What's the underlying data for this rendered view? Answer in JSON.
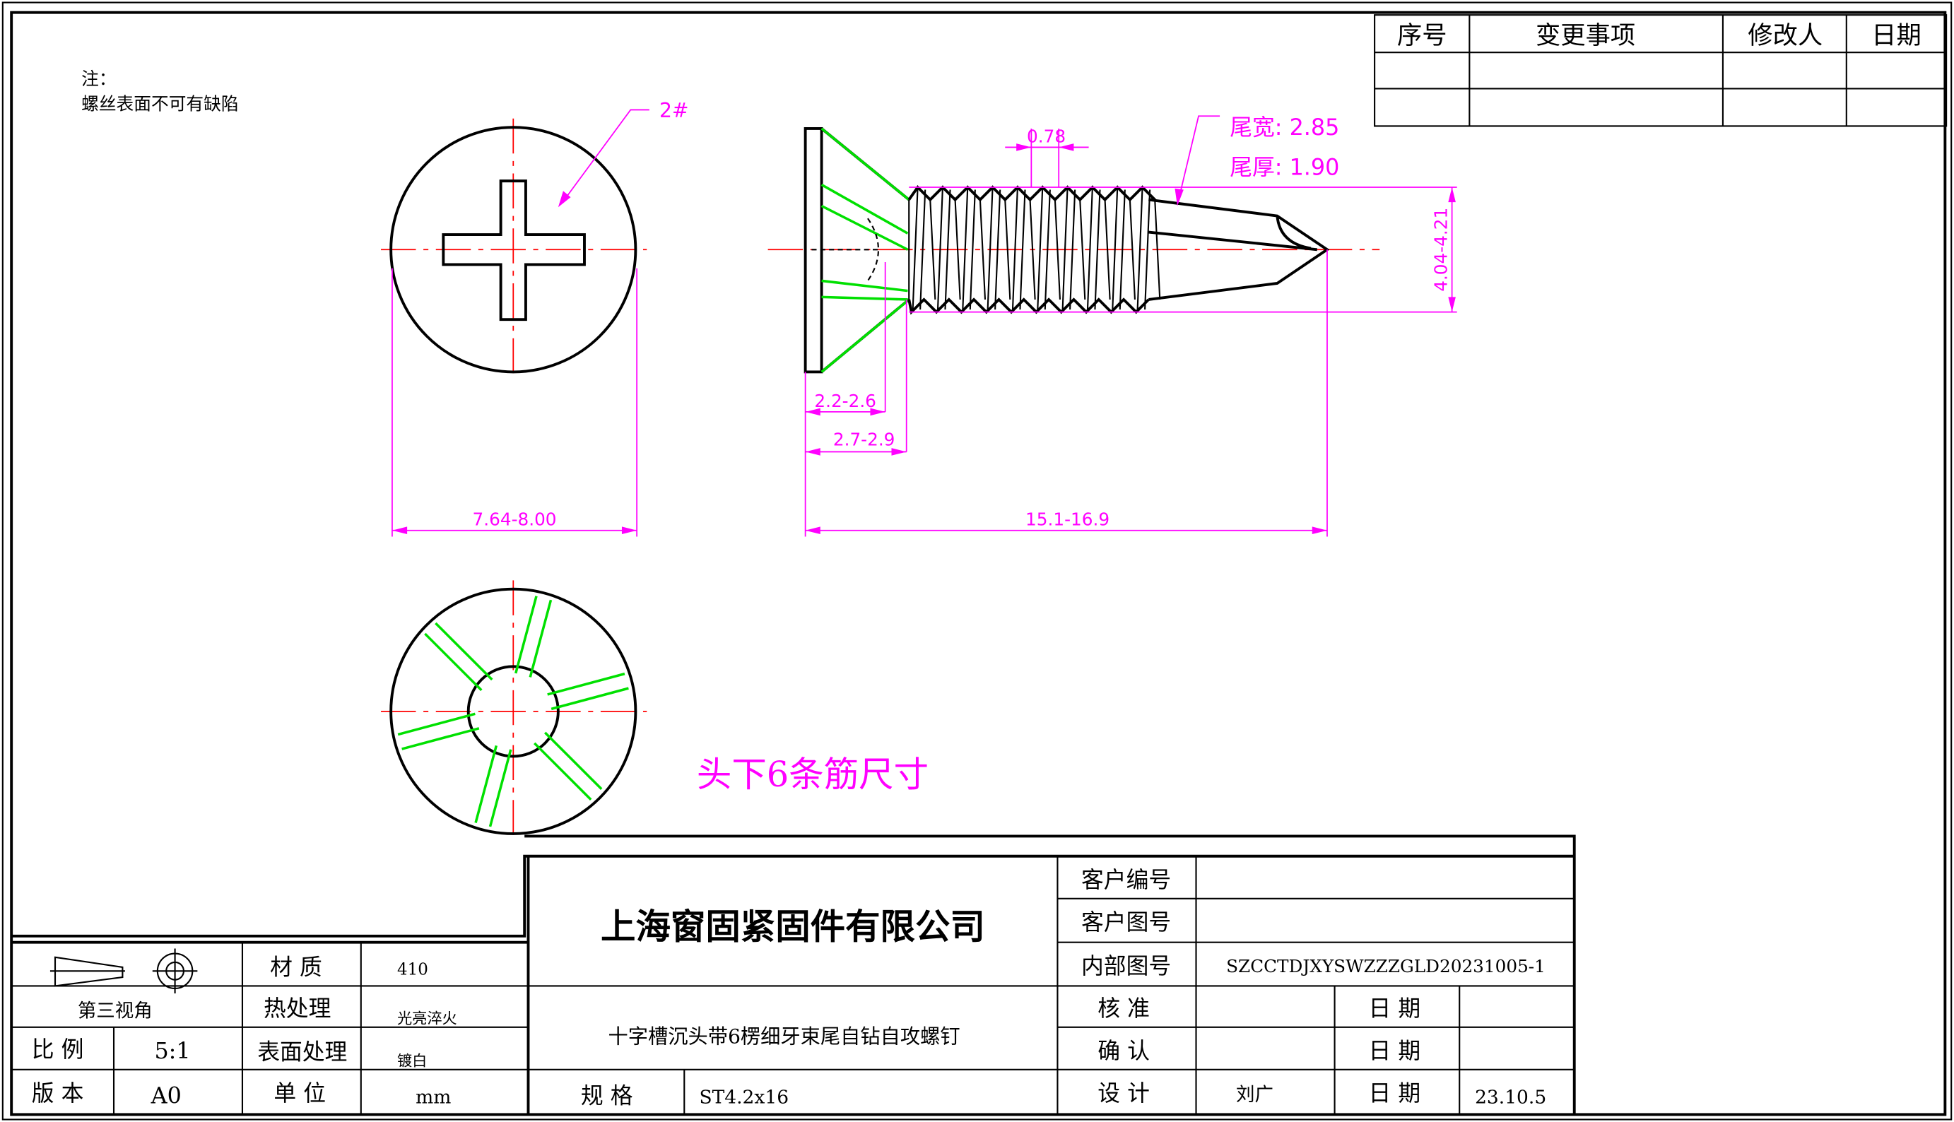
{
  "note": {
    "title": "注：",
    "text": "螺丝表面不可有缺陷"
  },
  "revision_table": {
    "headers": [
      "序号",
      "变更事项",
      "修改人",
      "日期"
    ],
    "rows": [
      [
        "",
        "",
        "",
        ""
      ],
      [
        "",
        "",
        "",
        ""
      ]
    ]
  },
  "annotations": {
    "slot_label": "2#",
    "head_diameter": "7.64-8.00",
    "pitch": "0.78",
    "tail_width": "尾宽: 2.85",
    "tail_thickness": "尾厚: 1.90",
    "thread_diameter": "4.04-4.21",
    "head_height_1": "2.2-2.6",
    "head_height_2": "2.7-2.9",
    "total_length": "15.1-16.9",
    "rib_note": "头下6条筋尺寸"
  },
  "title_block": {
    "projection_label": "第三视角",
    "material_label": "材 质",
    "material_value": "410",
    "heat_label": "热处理",
    "heat_value": "光亮淬火",
    "surface_label": "表面处理",
    "surface_value": "镀白",
    "scale_label": "比 例",
    "scale_value": "5:1",
    "version_label": "版 本",
    "version_value": "A0",
    "unit_label": "单 位",
    "unit_value": "mm",
    "company": "上海窗固紧固件有限公司",
    "product_name": "十字槽沉头带6楞细牙束尾自钻自攻螺钉",
    "spec_label": "规 格",
    "spec_value": "ST4.2x16",
    "customer_no_label": "客户编号",
    "customer_no_value": "",
    "customer_drawing_label": "客户图号",
    "customer_drawing_value": "",
    "internal_drawing_label": "内部图号",
    "internal_drawing_value": "SZCCTDJXYSWZZZGLD20231005-1",
    "approve_label": "核 准",
    "approve_value": "",
    "approve_date_label": "日 期",
    "approve_date": "",
    "confirm_label": "确 认",
    "confirm_value": "",
    "confirm_date_label": "日 期",
    "confirm_date": "",
    "design_label": "设 计",
    "design_value": "刘广",
    "design_date_label": "日 期",
    "design_date": "23.10.5"
  },
  "colors": {
    "dimension": "#ff00ff",
    "centerline": "#ff0000",
    "rib": "#00e000"
  }
}
